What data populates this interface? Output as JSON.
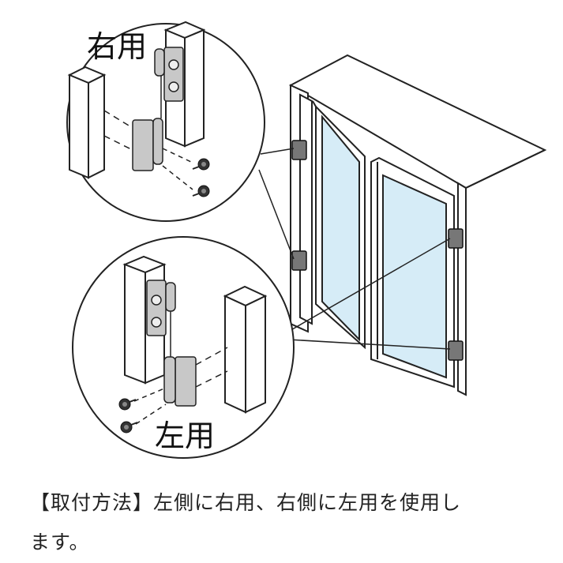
{
  "labels": {
    "right_use": "右用",
    "left_use": "左用"
  },
  "caption": {
    "line1": "【取付方法】左側に右用、右側に左用を使用し",
    "line2": "ます。"
  },
  "colors": {
    "line": "#222222",
    "glass": "#d6ecf7",
    "hinge": "#c8c8c8",
    "background": "#ffffff"
  },
  "icons": [
    "hinge-icon",
    "screw-icon",
    "post-icon"
  ]
}
